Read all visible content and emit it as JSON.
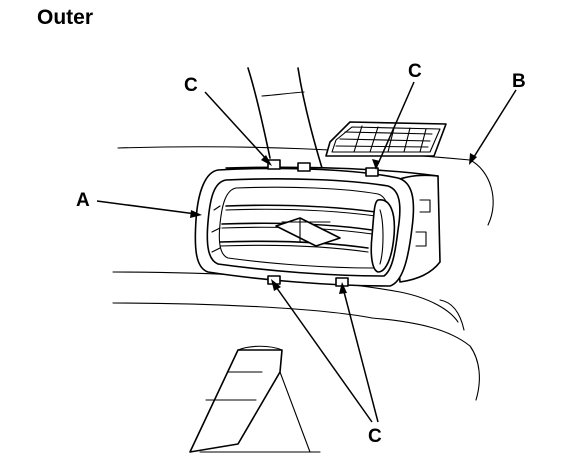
{
  "title": "Outer",
  "callouts": {
    "a": "A",
    "b": "B",
    "c_top_left": "C",
    "c_top_right": "C",
    "c_bottom": "C"
  }
}
